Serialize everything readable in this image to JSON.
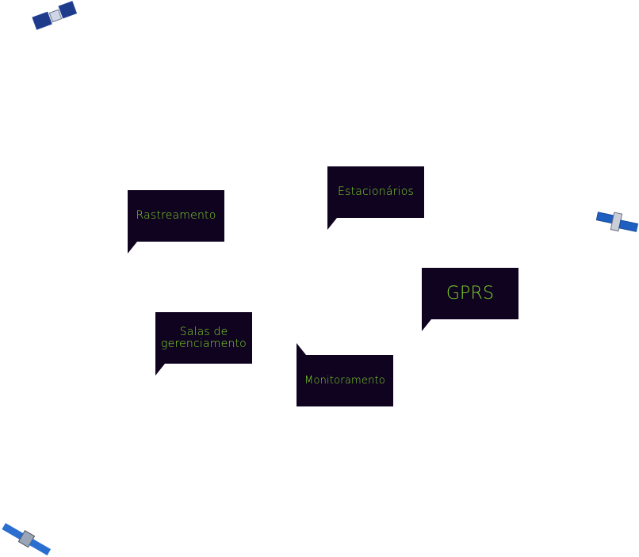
{
  "bubbles": [
    {
      "id": "rastreamento",
      "label": "Rastreamento"
    },
    {
      "id": "estacionarios",
      "label": "Estacionários"
    },
    {
      "id": "gprs",
      "label": "GPRS"
    },
    {
      "id": "salas",
      "label_line1": "Salas de",
      "label_line2": "gerenciamento"
    },
    {
      "id": "monitoramento",
      "label": "Monitoramento"
    }
  ],
  "colors": {
    "bubble_bg": "#0f0320",
    "text": "#7fd42a",
    "panel": "#1e3a8a"
  },
  "icons": [
    "satellite-icon",
    "satellite-icon",
    "satellite-icon"
  ]
}
